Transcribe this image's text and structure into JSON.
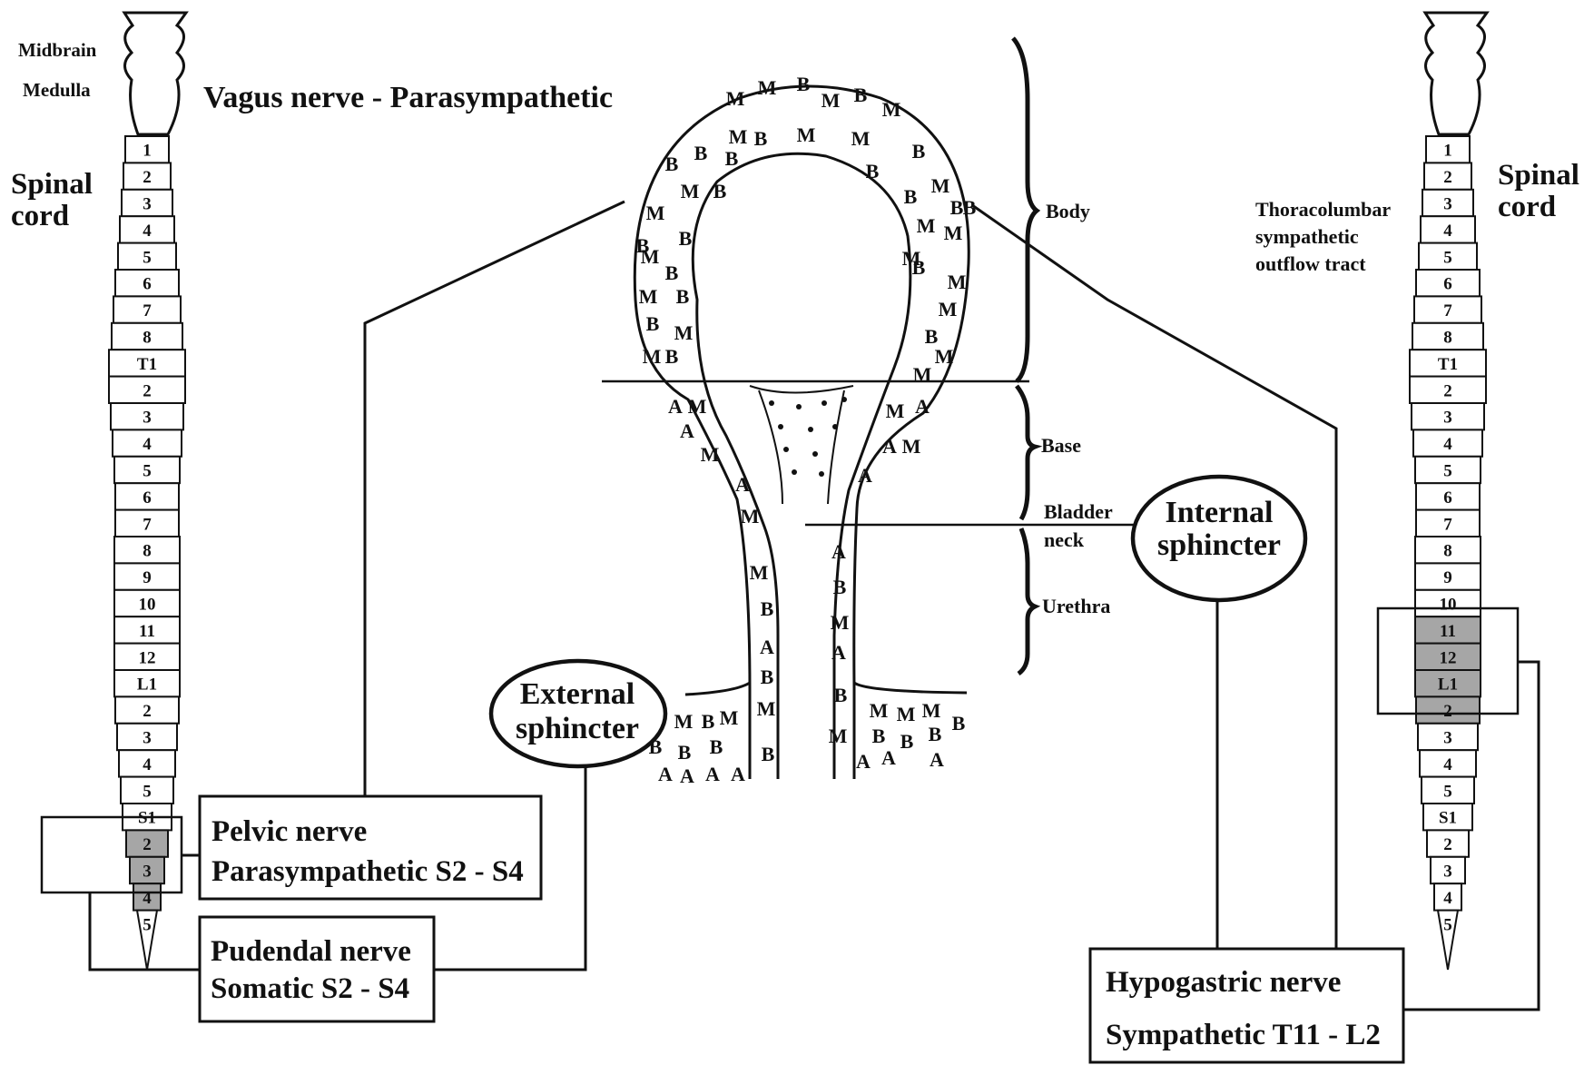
{
  "left_cord": {
    "midbrain_label": "Midbrain",
    "medulla_label": "Medulla",
    "title_line1": "Spinal",
    "title_line2": "cord",
    "segments": [
      "1",
      "2",
      "3",
      "4",
      "5",
      "6",
      "7",
      "8",
      "T1",
      "2",
      "3",
      "4",
      "5",
      "6",
      "7",
      "8",
      "9",
      "10",
      "11",
      "12",
      "L1",
      "2",
      "3",
      "4",
      "5",
      "S1",
      "2",
      "3",
      "4",
      "5"
    ],
    "shaded": [
      26,
      27,
      28
    ]
  },
  "right_cord": {
    "title_line1": "Spinal",
    "title_line2": "cord",
    "outflow_line1": "Thoracolumbar",
    "outflow_line2": "sympathetic",
    "outflow_line3": "outflow tract",
    "segments": [
      "1",
      "2",
      "3",
      "4",
      "5",
      "6",
      "7",
      "8",
      "T1",
      "2",
      "3",
      "4",
      "5",
      "6",
      "7",
      "8",
      "9",
      "10",
      "11",
      "12",
      "L1",
      "2",
      "3",
      "4",
      "5",
      "S1",
      "2",
      "3",
      "4",
      "5"
    ],
    "shaded": [
      18,
      19,
      20,
      21
    ]
  },
  "vagus_label": "Vagus nerve - Parasympathetic",
  "regions": {
    "body": "Body",
    "base": "Base",
    "neck_line1": "Bladder",
    "neck_line2": "neck",
    "urethra": "Urethra"
  },
  "internal_sphincter": {
    "line1": "Internal",
    "line2": "sphincter"
  },
  "external_sphincter": {
    "line1": "External",
    "line2": "sphincter"
  },
  "pelvic_nerve": {
    "line1": "Pelvic nerve",
    "line2": "Parasympathetic S2 - S4"
  },
  "pudendal_nerve": {
    "line1": "Pudendal nerve",
    "line2": "Somatic S2 - S4"
  },
  "hypogastric_nerve": {
    "line1": "Hypogastric nerve",
    "line2": "Sympathetic T11 - L2"
  },
  "receptor_letters": {
    "body": "M M B M B M B B M B M M B B B M M B B M M B M B M B M B M M B M B M B M M B B B M",
    "base": "A M A M A A M A M A M",
    "urethra": "M B A B M B A B M A B M",
    "outlet_left": "M B M B B B A A A A",
    "outlet_right": "M M M B B B B A A A"
  },
  "colors": {
    "ink": "#111111",
    "shade": "#a6a6a6",
    "background": "#ffffff"
  }
}
